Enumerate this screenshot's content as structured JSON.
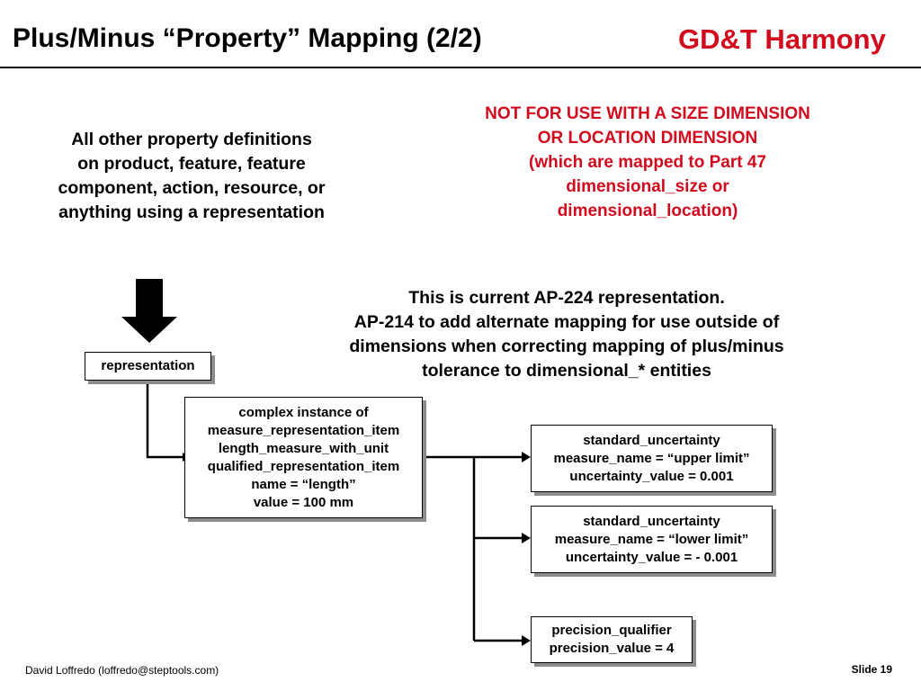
{
  "slide": {
    "title": "Plus/Minus “Property” Mapping (2/2)",
    "brand": "GD&T Harmony",
    "footer_author": "David Loffredo (loffredo@steptools.com)",
    "slide_number": "Slide 19"
  },
  "colors": {
    "accent_red": "#d20a1e",
    "text": "#000000",
    "shadow": "#8c8c8c"
  },
  "notes": {
    "left": [
      "All other property definitions",
      "on product, feature, feature",
      "component, action, resource, or",
      "anything using a representation"
    ],
    "warning": [
      "NOT FOR USE WITH A SIZE DIMENSION",
      "OR LOCATION DIMENSION",
      "(which are mapped to Part 47",
      "dimensional_size or",
      "dimensional_location)"
    ],
    "middle": [
      "This is current AP-224 representation.",
      "AP-214 to add alternate mapping for use outside of",
      "dimensions when correcting mapping of plus/minus",
      "tolerance to dimensional_* entities"
    ]
  },
  "diagram": {
    "representation": [
      "representation"
    ],
    "complex_instance": [
      "complex instance of",
      "measure_representation_item",
      "length_measure_with_unit",
      "qualified_representation_item",
      "name = “length”",
      "value = 100 mm"
    ],
    "upper_uncertainty": [
      "standard_uncertainty",
      "measure_name = “upper limit”",
      "uncertainty_value = 0.001"
    ],
    "lower_uncertainty": [
      "standard_uncertainty",
      "measure_name = “lower limit”",
      "uncertainty_value = - 0.001"
    ],
    "precision": [
      "precision_qualifier",
      "precision_value = 4"
    ]
  }
}
